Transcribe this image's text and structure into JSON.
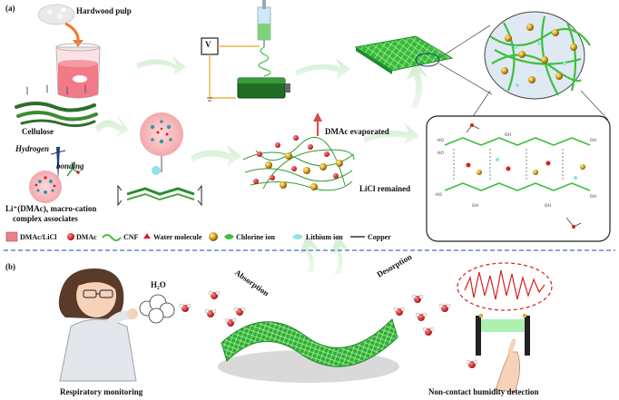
{
  "panel_a": {
    "label": "(a)",
    "hardwood_pulp": "Hardwood pulp",
    "cellulose": "Cellulose",
    "hydrogen": "Hydrogen",
    "bonding": "bonding",
    "complex_line1": "Li⁺(DMAc)ₓ macro-cation",
    "complex_line2": "complex associates",
    "dmac_evaporated": "DMAc evaporated",
    "licl_remained": "LiCl remained",
    "voltage_symbol": "V",
    "legend": [
      {
        "label": "DMAc/LiCl",
        "icon": "beaker-icon"
      },
      {
        "label": "DMAc",
        "icon": "red-drop-icon"
      },
      {
        "label": "CNF",
        "icon": "fiber-icon"
      },
      {
        "label": "Water molecule",
        "icon": "water-molecule-icon"
      },
      {
        "label": "Chlorine ion",
        "icon": "yellow-ball-icon"
      },
      {
        "label": "Lithium ion",
        "icon": "cyan-drop-icon"
      },
      {
        "label": "Copper",
        "icon": "copper-wire-icon"
      }
    ]
  },
  "panel_b": {
    "label": "(b)",
    "h2o": "H₂O",
    "absorption": "Absorption",
    "desorption": "Desorption",
    "respiratory": "Respiratory monitoring",
    "noncontact": "Non-contact humidity detection"
  },
  "colors": {
    "fiber_green": "#3fbf3a",
    "arrow_mint": "#dff3df",
    "divider_blue": "#3b6fc4",
    "chlorine_yellow": "#d8a21e",
    "lithium_cyan": "#8fe3e6",
    "dmac_red": "#d81e1e",
    "signal_red": "#d62020"
  }
}
